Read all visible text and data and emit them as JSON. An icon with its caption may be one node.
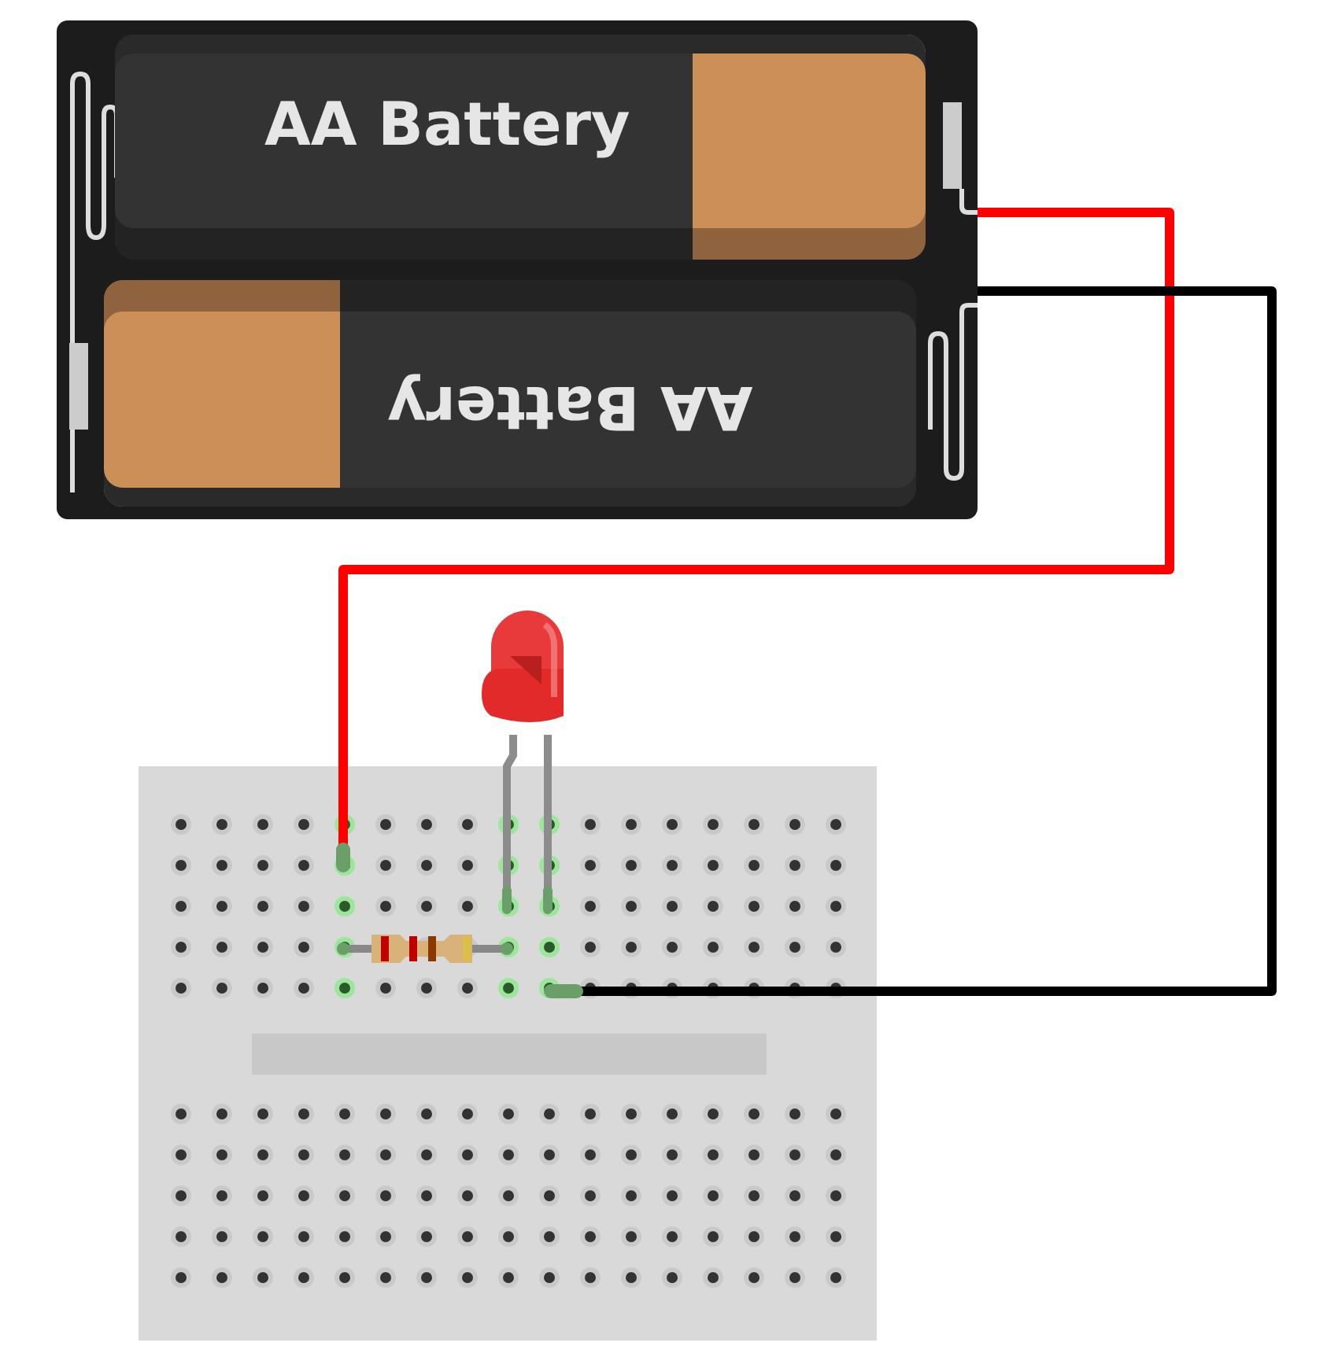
{
  "diagram": {
    "nodes": [
      {
        "text": [],
        "shape": "picture"
      },
      {
        "text": [
          "AA Battery"
        ],
        "in": 0
      },
      {
        "text": [
          "AA Battery"
        ],
        "in": 0
      },
      {
        "text": [],
        "shape": "picture"
      },
      {
        "text": [],
        "shape": "picture"
      },
      {
        "text": [],
        "shape": "picture",
        "in": 3
      }
    ],
    "edges": [
      {
        "from": 0,
        "to": 3,
        "arrow": "none",
        "color": "#ff0000"
      },
      {
        "from": 0,
        "to": 3,
        "arrow": "none",
        "color": "#000000"
      }
    ]
  }
}
